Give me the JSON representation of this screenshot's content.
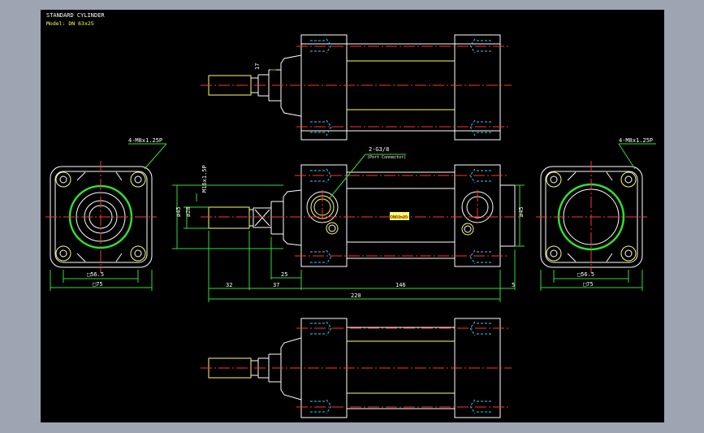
{
  "title": {
    "line1": "STANDARD CYLINDER",
    "line2": "Model: DN 63x25"
  },
  "colors": {
    "background": "#000000",
    "frame": "#9da5b3",
    "outline": "#ffffff",
    "rod": "#ffff66",
    "dimension": "#33dd33",
    "centerline": "#ff3333",
    "hidden": "#33ccff"
  },
  "labels": {
    "left_end_thread": "4-M8x1.25P",
    "right_end_thread": "4-M8x1.25P",
    "port": "2-G3/8",
    "port_note": "(Port Connector)",
    "rod_thread": "M16x1.5P",
    "stroke_mark": "17",
    "badge": "DN63x25"
  },
  "dimensions": {
    "left_sq_inner": "□56.5",
    "left_sq_outer": "□75",
    "right_sq_inner": "□56.5",
    "right_sq_outer": "□75",
    "dia_45_left": "ø45",
    "dia_20": "ø20",
    "dia_45_right": "ø45",
    "len_25": "25",
    "len_32": "32",
    "len_37": "37",
    "len_146": "146",
    "len_5": "5",
    "len_220": "220"
  }
}
